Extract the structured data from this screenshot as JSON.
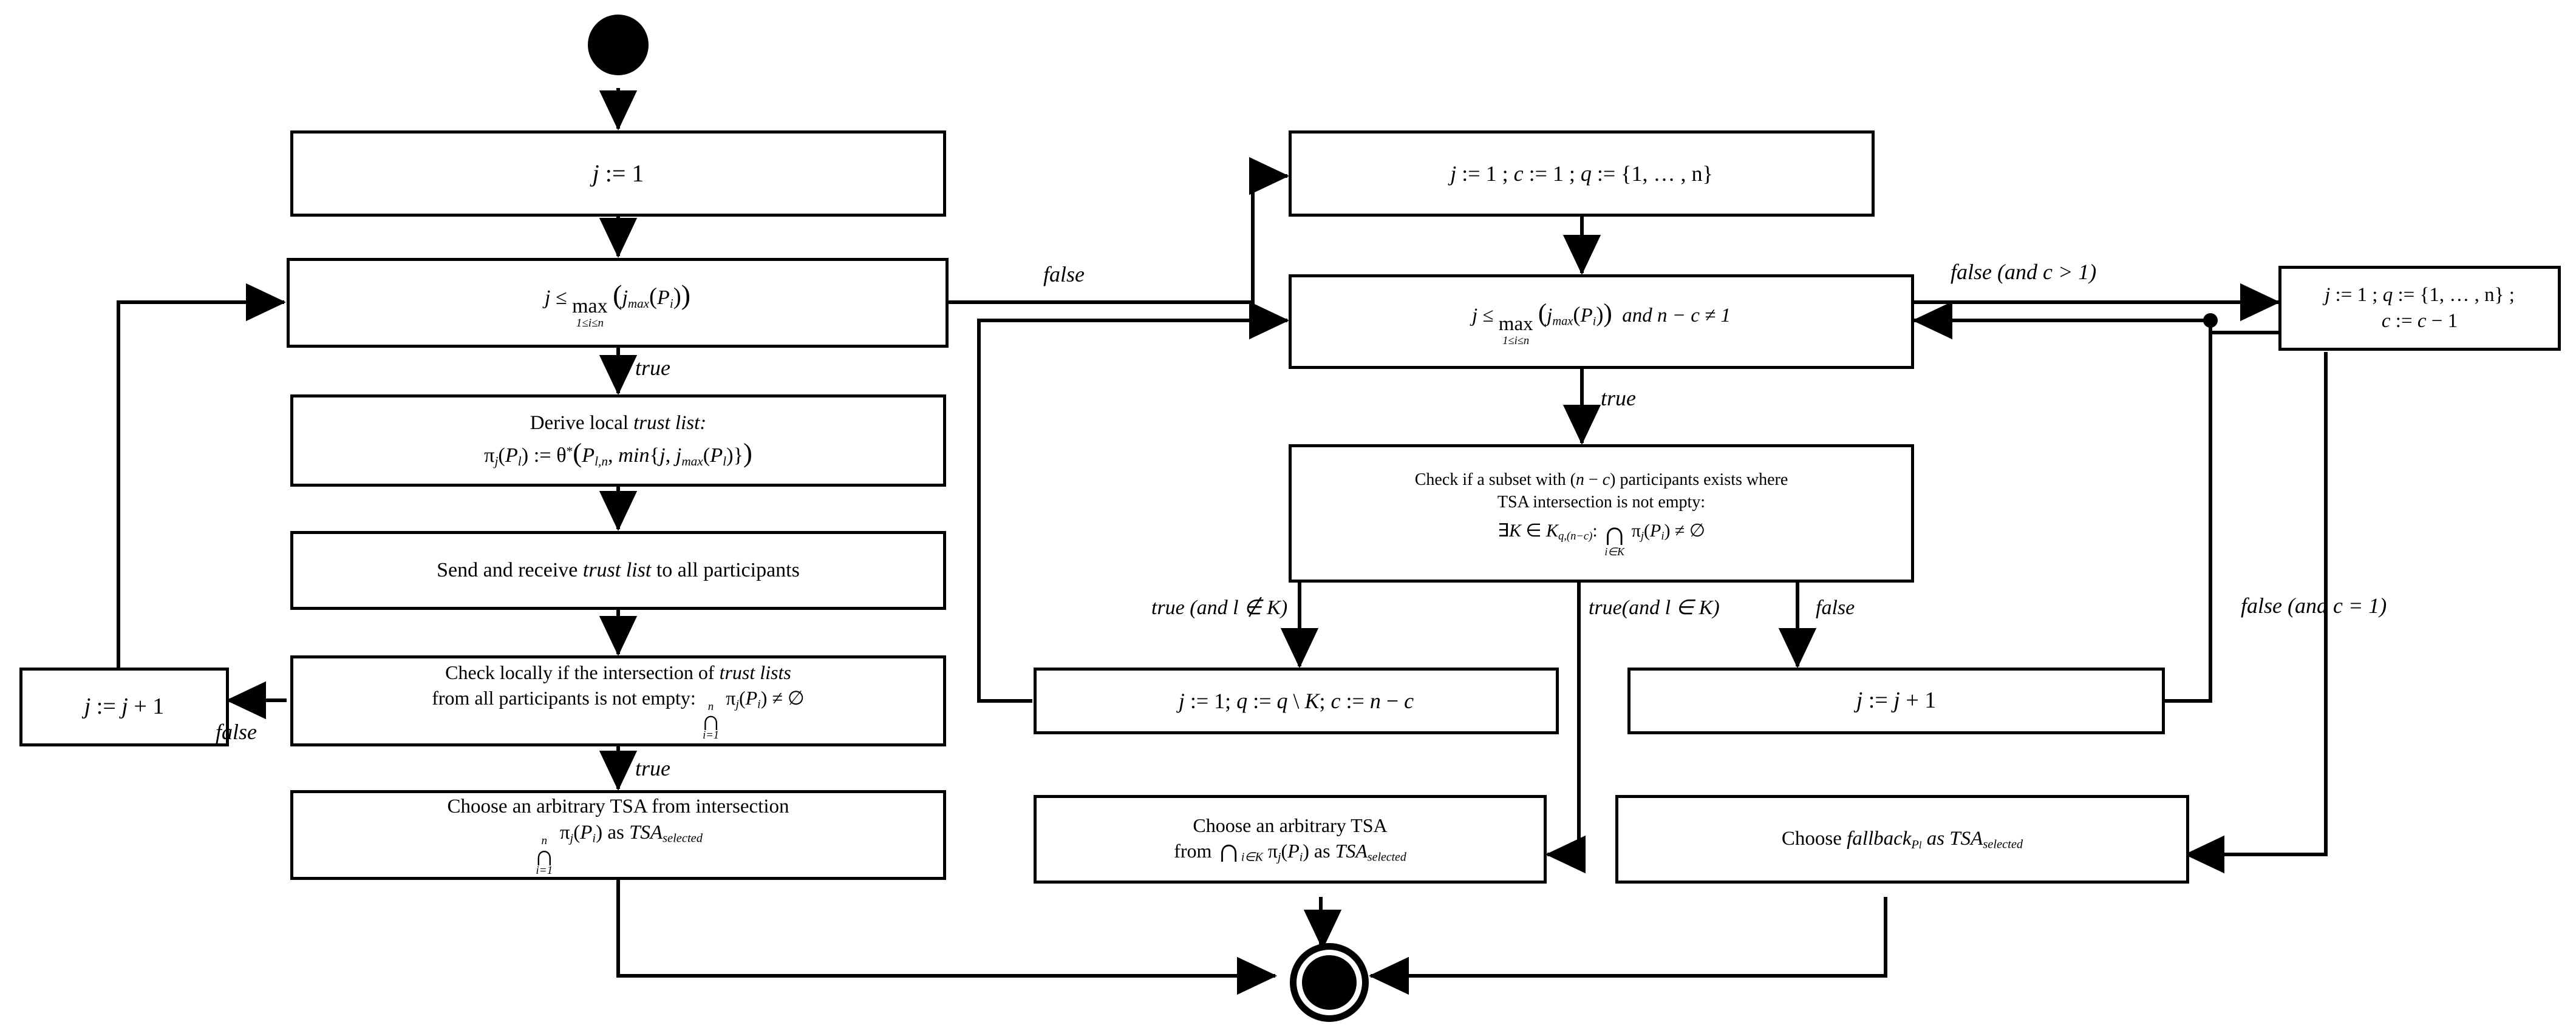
{
  "diagram": {
    "title": "Trust list intersection / fallback TSA selection flowchart",
    "colors": {
      "stroke": "#000000",
      "fill": "#ffffff",
      "background": "#ffffff"
    },
    "terminals": {
      "start_name": "start-node",
      "end_name": "end-node"
    }
  },
  "nodes": {
    "left_init": {
      "text": "j := 1"
    },
    "left_cond": {
      "text": "j ≤ max(1≤i≤n) ( j_max(P_i) )"
    },
    "derive": {
      "line1": "Derive local trust list:",
      "line2": "π_j(P_l) := θ*( P_l,n , min{ j , j_max(P_l) } )"
    },
    "send_receive": {
      "text": "Send and receive trust list to all participants"
    },
    "check_local": {
      "line1": "Check locally if the intersection of trust lists",
      "line2": "from all participants is not empty: ∩ⁿᵢ₌₁ π_j(P_i) ≠ ∅"
    },
    "incr_left": {
      "text": "j := j + 1"
    },
    "choose_left": {
      "line1": "Choose an arbitrary TSA from intersection",
      "line2": "∩ⁿᵢ₌₁ π_j(P_i) as TSA_selected"
    },
    "right_init": {
      "text": "j := 1 ; c := 1 ; q := {1, … , n}"
    },
    "right_cond": {
      "text": "j ≤ max(1≤i≤n)( j_max(P_i) ) and n − c ≠ 1"
    },
    "check_subset": {
      "line1": "Check if a subset with (n − c) participants exists where",
      "line2": "TSA intersection is not empty:",
      "line3": "∃K ∈ K_q,(n−c) : ∩_{i∈K} π_j(P_i) ≠ ∅"
    },
    "subset_assign": {
      "text": "j := 1;  q := q \\ K;  c := n − c"
    },
    "incr_right": {
      "text": "j := j + 1"
    },
    "reset_c": {
      "line1": "j := 1 ; q := {1, … , n} ;",
      "line2": "c := c − 1"
    },
    "choose_subset": {
      "line1": "Choose an arbitrary TSA",
      "line2": "from ∩_{i∈K} π_j(P_i) as TSA_selected"
    },
    "choose_fallback": {
      "text": "Choose fallback_{P_l} as TSA_selected"
    }
  },
  "edge_labels": {
    "left_true": "true",
    "left_false": "false",
    "left_loop_false": "false",
    "right_true": "true",
    "right_false_cgt1": "false (and c > 1)",
    "right_false_ceq1": "false (and  c = 1)",
    "subset_true_notin": "true (and l ∉ K)",
    "subset_true_in": "true(and l ∈ K)",
    "subset_false": "false"
  }
}
